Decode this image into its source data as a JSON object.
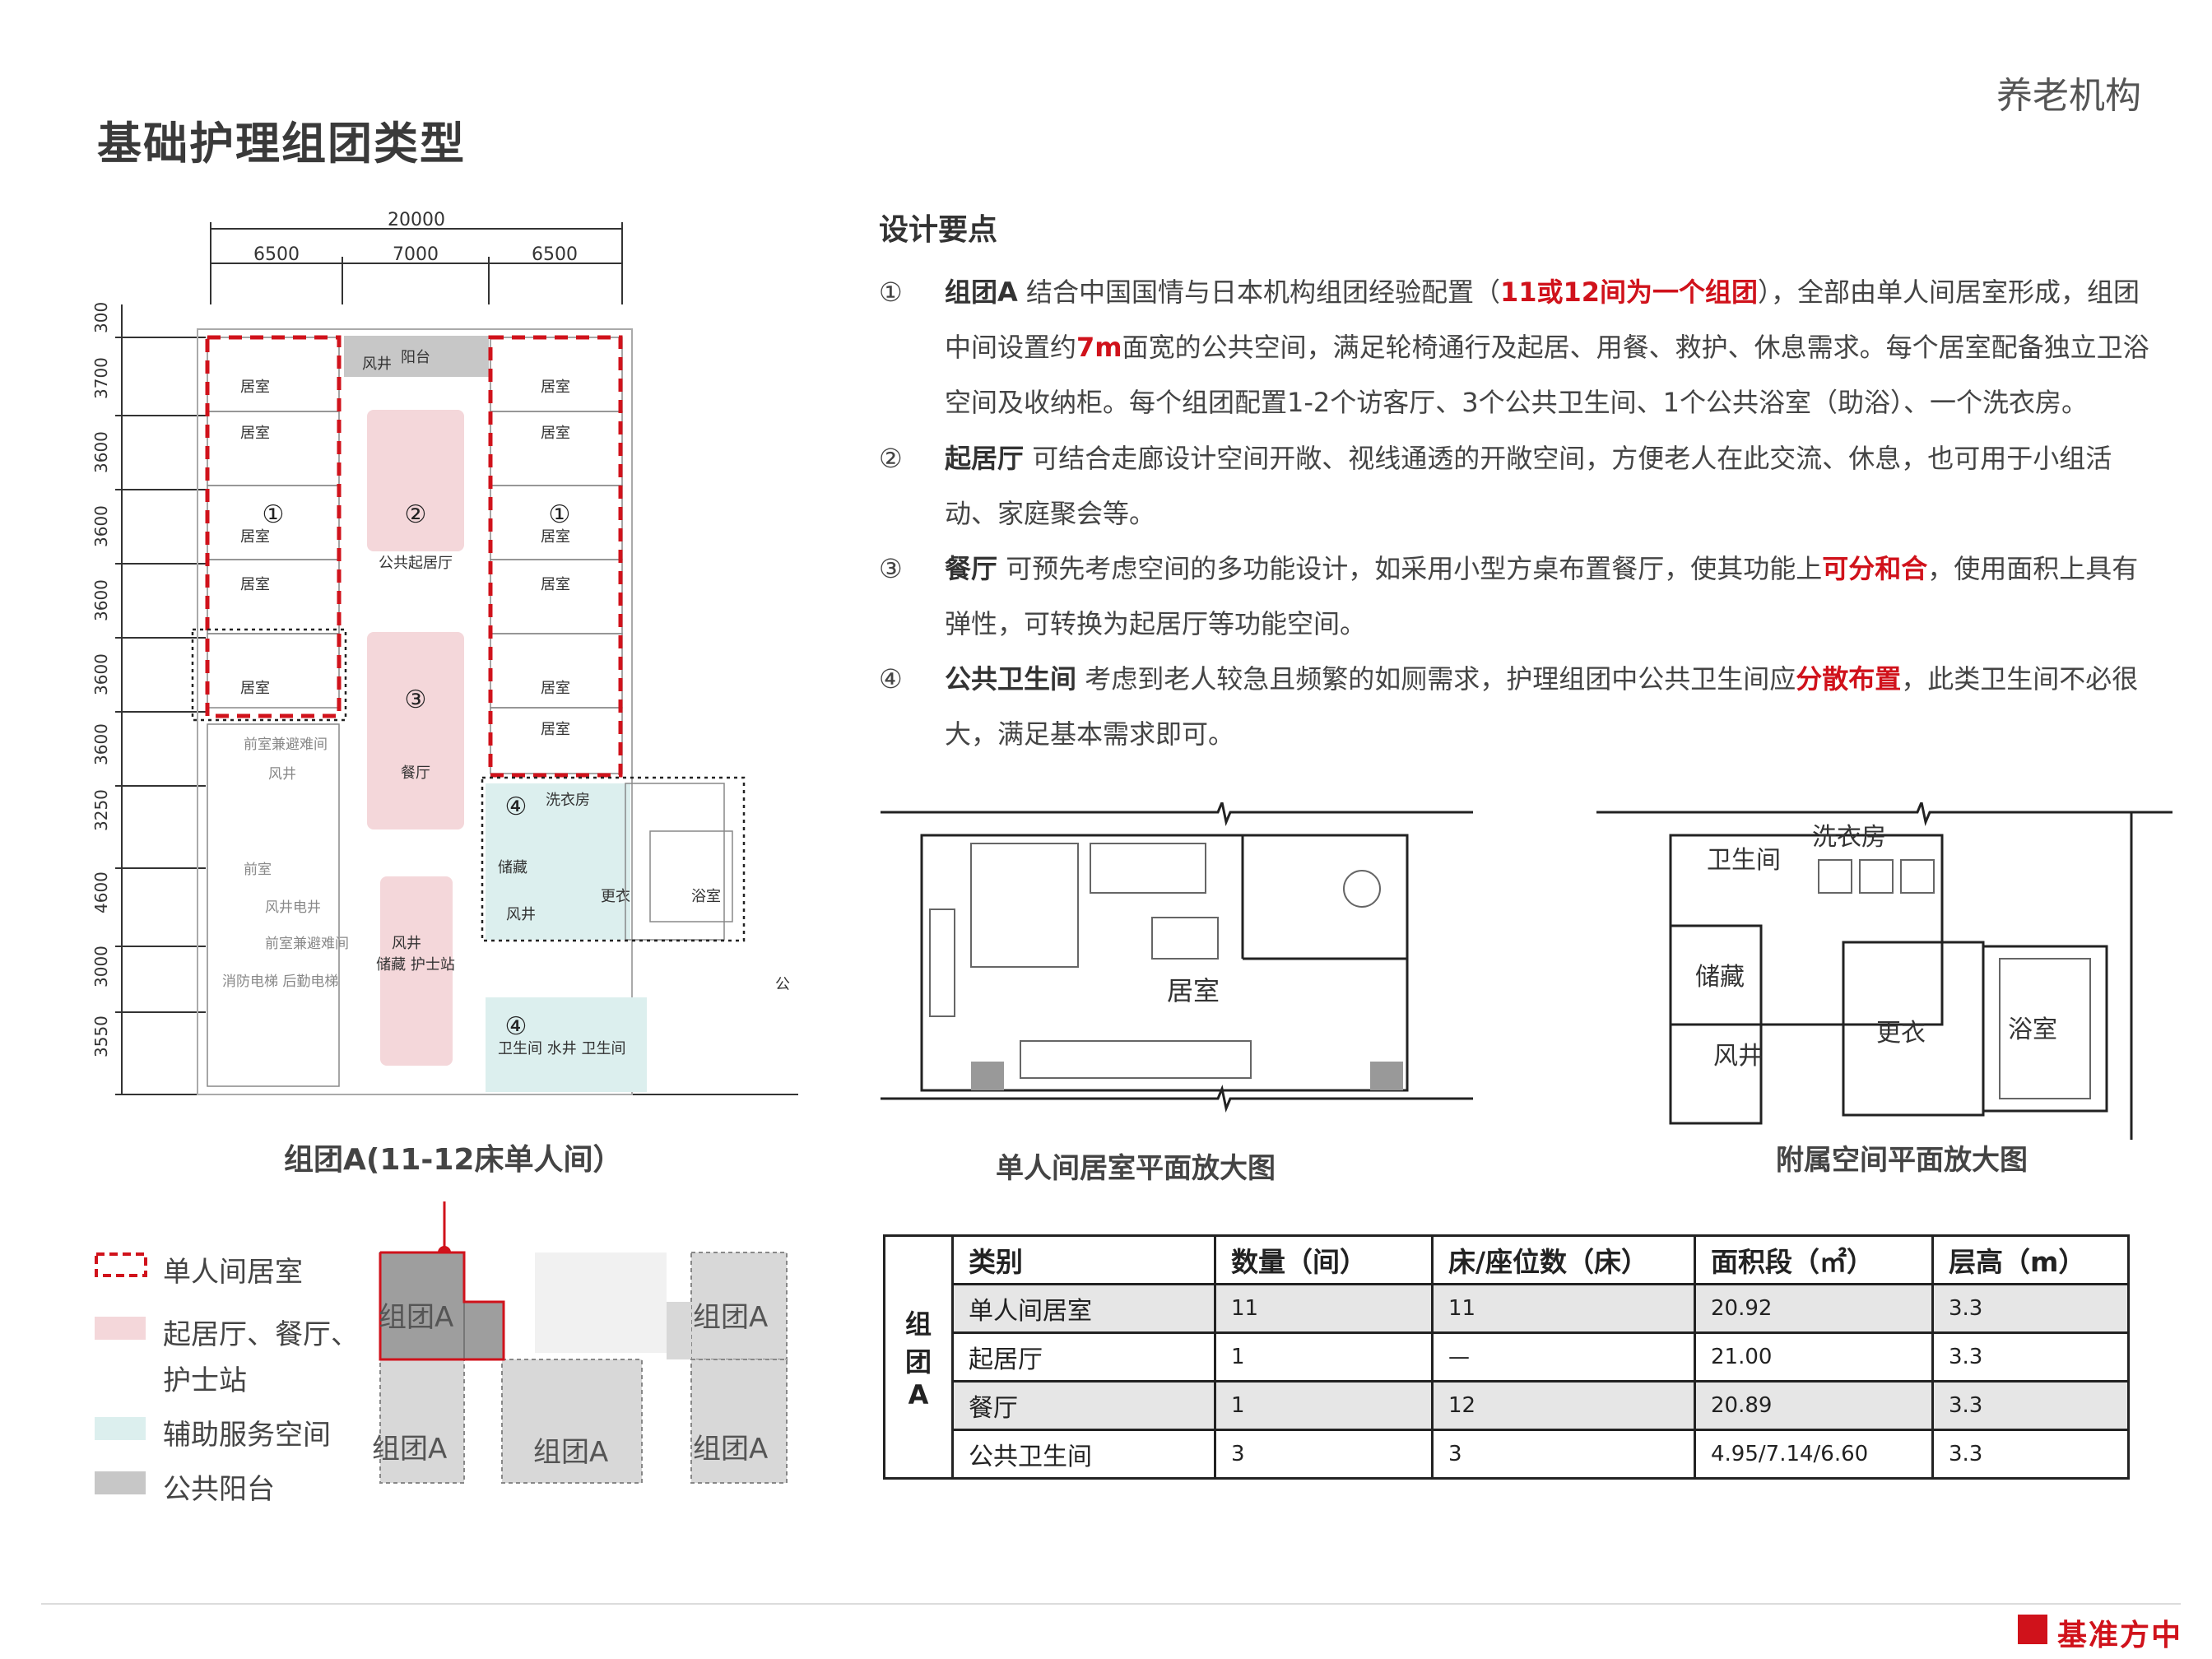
{
  "header": {
    "title": "基础护理组团类型",
    "category": "养老机构"
  },
  "plan": {
    "dims_top": [
      "20000",
      "6500",
      "7000",
      "6500"
    ],
    "dims_left": [
      "300",
      "3700",
      "3600",
      "3600",
      "3600",
      "3600",
      "3600",
      "3250",
      "4600",
      "3000",
      "3550"
    ],
    "room_labels": [
      "居室",
      "居室",
      "居室",
      "居室",
      "居室",
      "居室",
      "居室",
      "居室",
      "居室",
      "居室",
      "居室"
    ],
    "zone_labels": {
      "balcony": "阳台",
      "shaft_top": "风井",
      "living": "公共起居厅",
      "dining": "餐厅",
      "front_evac": "前室兼避难间",
      "shaft2": "风井",
      "front": "前室",
      "shaft_elev": "风井电井",
      "front_evac2": "前室兼避难间",
      "elev": "消防电梯\n后勤电梯",
      "nurse": "储藏  护士站",
      "shaft3": "风井",
      "laundry": "洗衣房",
      "storage": "储藏",
      "change": "更衣",
      "bath": "浴室",
      "shaft4": "风井",
      "wc_row": "卫生间  水井  卫生间",
      "pub": "公"
    },
    "circled": [
      "①",
      "②",
      "①",
      "③",
      "④",
      "④"
    ],
    "caption": "组团A(11-12床单人间）"
  },
  "legend": [
    {
      "label": "单人间居室",
      "color": "#d0121b",
      "style": "dashed"
    },
    {
      "label": "起居厅、餐厅、\n护士站",
      "color": "#f4d7da",
      "style": "fill"
    },
    {
      "label": "辅助服务空间",
      "color": "#dcefee",
      "style": "fill"
    },
    {
      "label": "公共阳台",
      "color": "#c7c7c7",
      "style": "fill"
    }
  ],
  "keyplan": {
    "labels": [
      "组团A",
      "组团A",
      "组团A",
      "组团A",
      "组团A"
    ]
  },
  "points": {
    "heading": "设计要点",
    "items": [
      {
        "num": "①",
        "kw": "组团A",
        "t1": "  结合中国国情与日本机构组团经验配置（",
        "hl1": "11或12间为一个组团",
        "t2": "），全部由单人间居室形成，组团中间设置约",
        "hl2": "7m",
        "t3": "面宽的公共空间，满足轮椅通行及起居、用餐、救护、休息需求。每个居室配备独立卫浴空间及收纳柜。每个组团配置1-2个访客厅、3个公共卫生间、1个公共浴室（助浴）、一个洗衣房。"
      },
      {
        "num": "②",
        "kw": "起居厅",
        "t1": "  可结合走廊设计空间开敞、视线通透的开敞空间，方便老人在此交流、休息，也可用于小组活动、家庭聚会等。"
      },
      {
        "num": "③",
        "kw": "餐厅",
        "t1": " 可预先考虑空间的多功能设计，如采用小型方桌布置餐厅，使其功能上",
        "hl1": "可分和合",
        "t2": "，使用面积上具有弹性，可转换为起居厅等功能空间。"
      },
      {
        "num": "④",
        "kw": "公共卫生间",
        "t1": "  考虑到老人较急且频繁的如厕需求，护理组团中公共卫生间应",
        "hl1": "分散布置",
        "t2": "，此类卫生间不必很大，满足基本需求即可。"
      }
    ]
  },
  "enlarged": {
    "room_label": "居室",
    "room_caption": "单人间居室平面放大图",
    "aux_labels": {
      "laundry": "洗衣房",
      "wc": "卫生间",
      "storage": "储藏",
      "change": "更衣",
      "bath": "浴室",
      "shaft": "风井"
    },
    "aux_caption": "附属空间平面放大图"
  },
  "table": {
    "group_label": "组\n团\nA",
    "headers": [
      "类别",
      "数量（间）",
      "床/座位数（床）",
      "面积段（㎡）",
      "层高（m）"
    ],
    "rows": [
      [
        "单人间居室",
        "11",
        "11",
        "20.92",
        "3.3"
      ],
      [
        "起居厅",
        "1",
        "—",
        "21.00",
        "3.3"
      ],
      [
        "餐厅",
        "1",
        "12",
        "20.89",
        "3.3"
      ],
      [
        "公共卫生间",
        "3",
        "3",
        "4.95/7.14/6.60",
        "3.3"
      ]
    ]
  },
  "footer": {
    "brand": "基准方中"
  }
}
